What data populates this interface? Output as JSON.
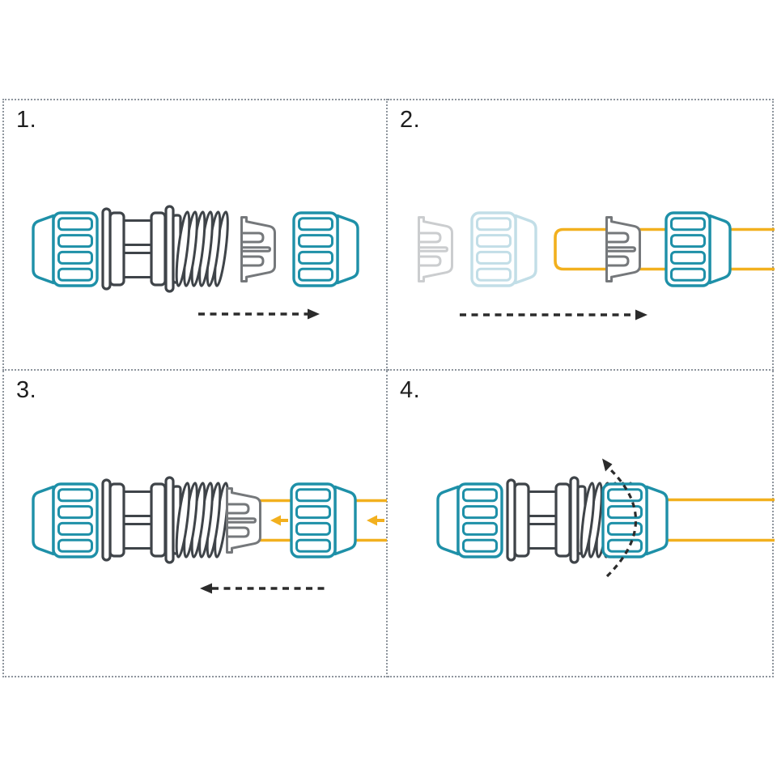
{
  "figure": {
    "type": "pipe-compression-fitting-assembly-instructions",
    "background": "#ffffff",
    "panels": [
      {
        "label": "1.",
        "parts": [
          "compression-nut-left",
          "fitting-body",
          "grip-ring",
          "compression-nut-right"
        ],
        "indicators": [
          "dashed-arrow-right"
        ]
      },
      {
        "label": "2.",
        "parts": [
          "grip-ring-ghost",
          "compression-nut-ghost",
          "pipe",
          "grip-ring",
          "compression-nut"
        ],
        "indicators": [
          "dashed-arrow-right"
        ]
      },
      {
        "label": "3.",
        "parts": [
          "compression-nut-left",
          "fitting-body",
          "grip-ring",
          "pipe",
          "compression-nut-right"
        ],
        "indicators": [
          "push-arrow-left",
          "push-arrow-left",
          "dashed-arrow-left"
        ]
      },
      {
        "label": "4.",
        "parts": [
          "compression-nut-left",
          "fitting-body",
          "compression-nut-right",
          "pipe"
        ],
        "indicators": [
          "rotate-arrow"
        ]
      }
    ],
    "colors": {
      "teal": "#1E90A8",
      "teal-ghost": "#C2DEE7",
      "dark": "#3F4449",
      "gray": "#75787B",
      "gray-ghost": "#CBCDCF",
      "yellow": "#F2B01E",
      "arrow": "#2B2B2B",
      "border": "#8E959D",
      "label": "#1E1E1E"
    }
  }
}
